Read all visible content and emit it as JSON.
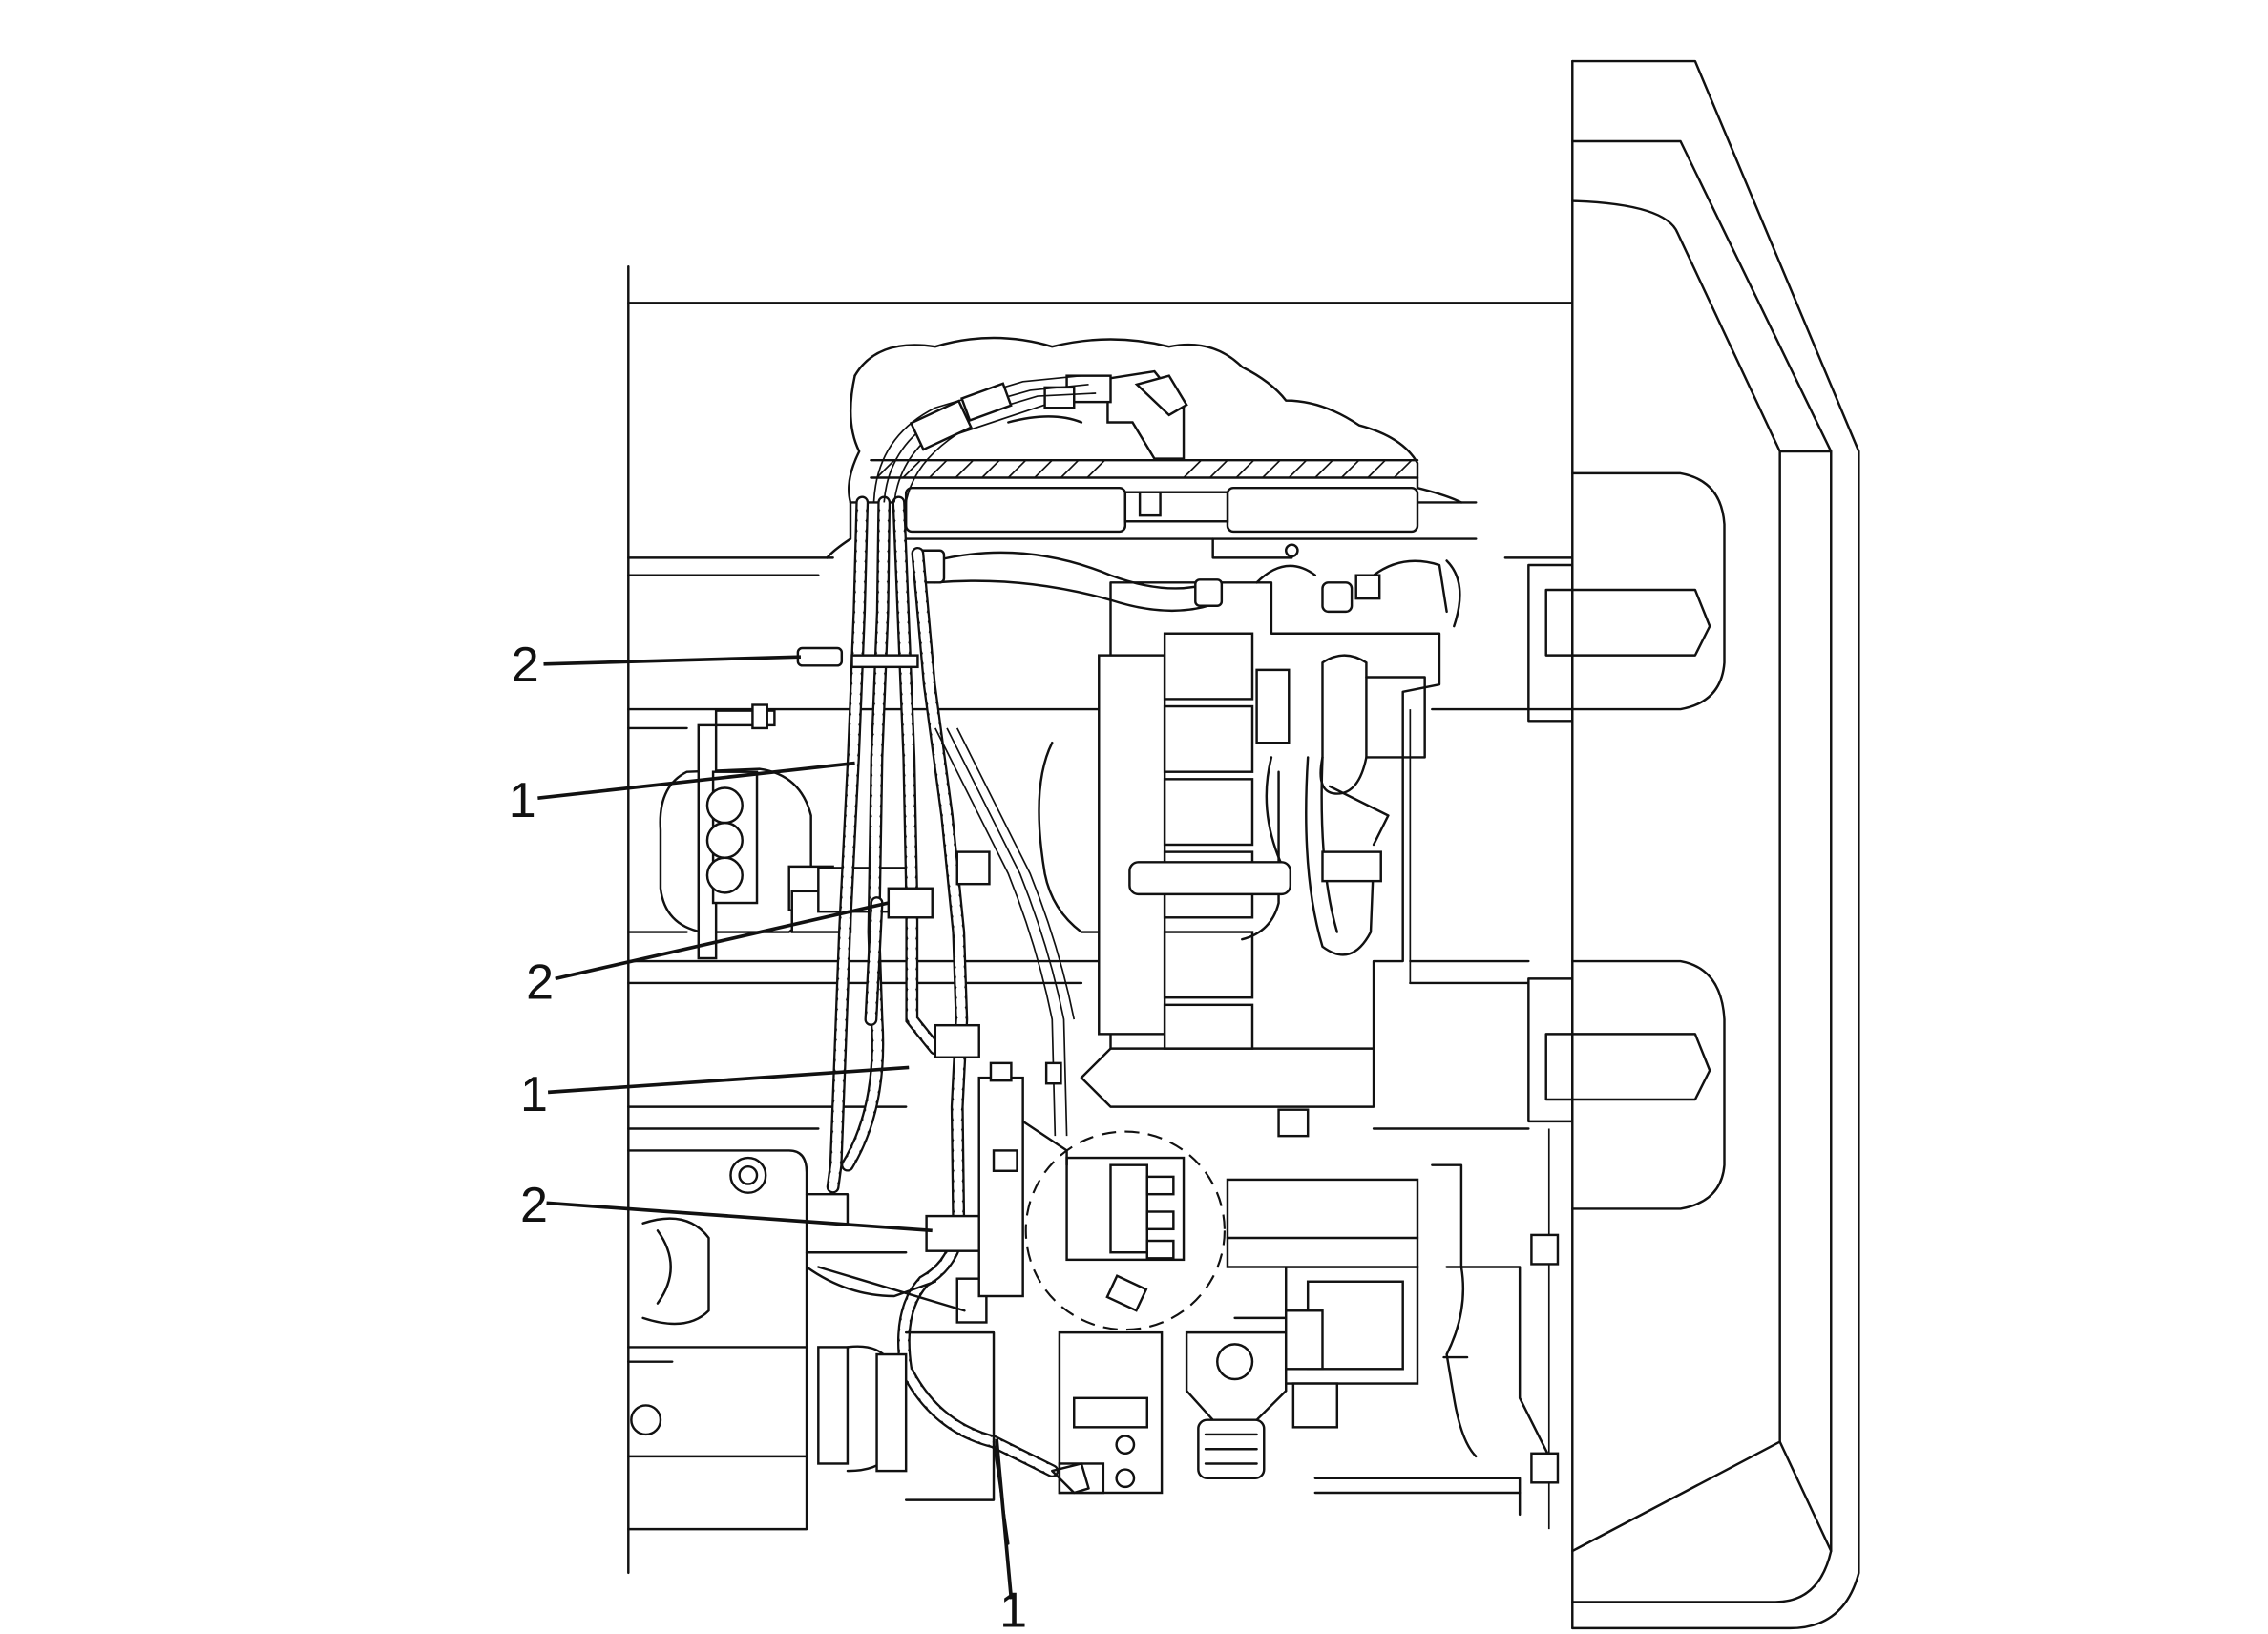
{
  "callouts": [
    {
      "label": "2"
    },
    {
      "label": "1"
    },
    {
      "label": "2"
    },
    {
      "label": "1"
    },
    {
      "label": "2"
    },
    {
      "label": "1"
    }
  ]
}
